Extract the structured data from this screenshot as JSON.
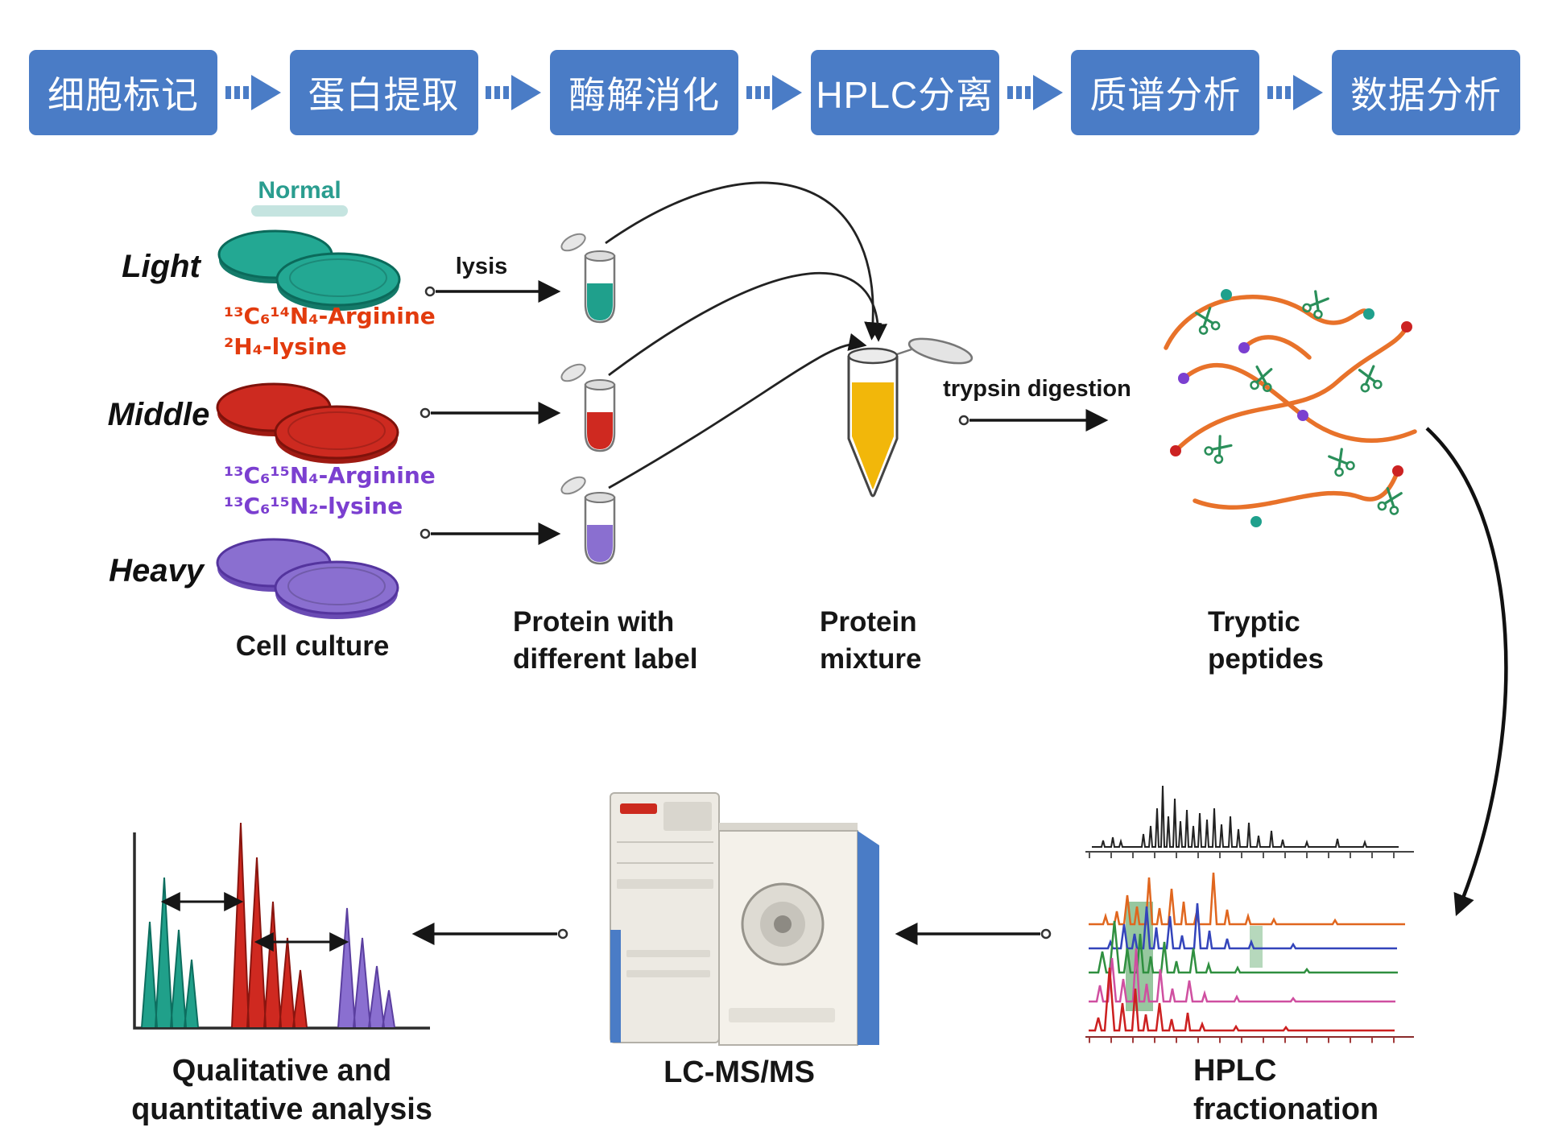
{
  "flowchart": {
    "steps": [
      "细胞标记",
      "蛋白提取",
      "酶解消化",
      "HPLC分离",
      "质谱分析",
      "数据分析"
    ]
  },
  "workflow": {
    "normal": "Normal",
    "light": "Light",
    "middle": "Middle",
    "heavy": "Heavy",
    "light_reagent_line1": "¹³C₆¹⁴N₄-Arginine",
    "light_reagent_line2": "²H₄-lysine",
    "heavy_reagent_line1": "¹³C₆¹⁵N₄-Arginine",
    "heavy_reagent_line2": "¹³C₆¹⁵N₂-lysine",
    "cell_culture": "Cell culture",
    "lysis": "lysis",
    "protein_label_line1": "Protein with",
    "protein_label_line2": "different label",
    "protein_mixture_line1": "Protein",
    "protein_mixture_line2": "mixture",
    "trypsin_digestion": "trypsin digestion",
    "tryptic_line1": "Tryptic",
    "tryptic_line2": "peptides",
    "analysis_line1": "Qualitative and",
    "analysis_line2": "quantitative analysis",
    "lcmsms": "LC-MS/MS",
    "hplc_line1": "HPLC",
    "hplc_line2": "fractionation"
  },
  "colors": {
    "flow_box": "#4a7cc6",
    "light_sample": "#20a08a",
    "middle_sample": "#cf2920",
    "heavy_sample": "#8a6fd0",
    "protein_mixture": "#f2b70a",
    "peptide_strand": "#e8722a",
    "light_reagent_text": "#e23b0e",
    "heavy_reagent_text": "#7b3fd0",
    "normal_text": "#2a9d8f"
  }
}
